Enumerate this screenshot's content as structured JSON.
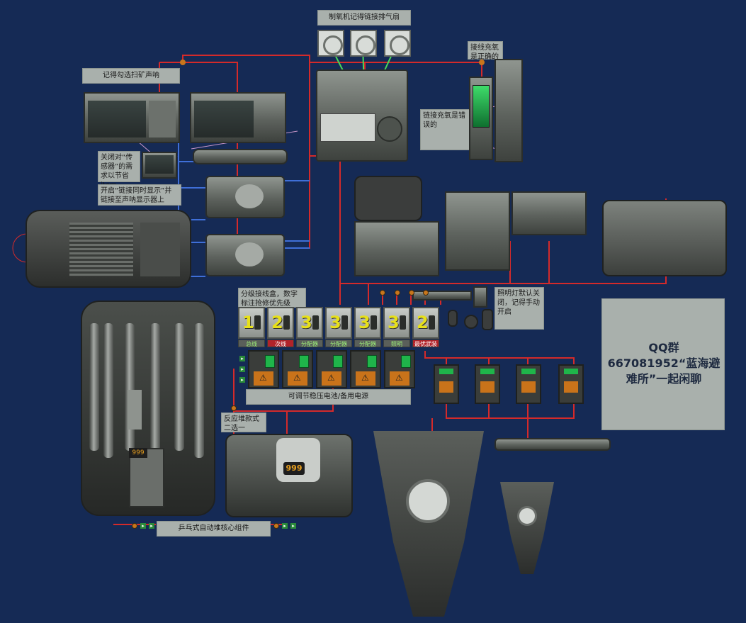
{
  "notes": {
    "fans": "制氧机记得链接排气扇",
    "sonar": "记得勾选扫矿声呐",
    "sensor": "关闭对“传感器”的需求以节省item",
    "display": "开启“链接同时显示”并链接至声呐显示器上",
    "oxygen_ok": "接线充氧是正确的",
    "oxygen_bad": "链接充氧是错误的",
    "junction": "分级接线盒，数字标注抢修优先级",
    "lights": "照明灯默认关闭，记得手动开启",
    "battery": "可调节稳压电池/备用电源",
    "reactor_select": "反应堆款式二选一",
    "reactor_core": "乒乓式自动堆核心组件",
    "qq": "QQ群667081952“蓝海避难所”一起闲聊"
  },
  "switches": [
    {
      "priority": "1",
      "label": "总线"
    },
    {
      "priority": "2",
      "label": "次线"
    },
    {
      "priority": "3",
      "label": "分配器"
    },
    {
      "priority": "3",
      "label": "分配器"
    },
    {
      "priority": "3",
      "label": "分配器"
    },
    {
      "priority": "3",
      "label": "照明"
    },
    {
      "priority": "2",
      "label": "最优武装"
    }
  ],
  "reactor_display": "999",
  "reactor_display_small": "999",
  "colors": {
    "background": "#152a55",
    "wire_red": "#d42a2a",
    "wire_blue": "#3f6fd8",
    "wire_green": "#48d85a",
    "priority_yellow": "#e7e01a"
  }
}
